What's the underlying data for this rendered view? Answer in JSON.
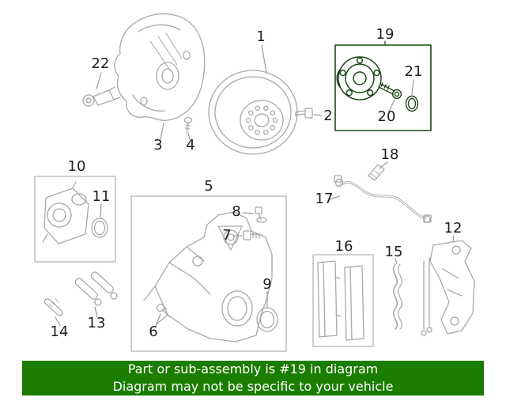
{
  "banner": {
    "line1": "Part or sub-assembly is #19 in diagram",
    "line2": "Diagram may not be specific to your vehicle"
  },
  "colors": {
    "banner_bg": "#1b7d00",
    "banner_text": "#ffffff",
    "part_line_gray": "#a8a8a8",
    "leader_line": "#9a9a9a",
    "highlight_part": "#1c4716",
    "label_text": "#1f1f1f",
    "background": "#ffffff"
  },
  "labels": {
    "1": "1",
    "2": "2",
    "3": "3",
    "4": "4",
    "5": "5",
    "6": "6",
    "7": "7",
    "8": "8",
    "9": "9",
    "10": "10",
    "11": "11",
    "12": "12",
    "13": "13",
    "14": "14",
    "15": "15",
    "16": "16",
    "17": "17",
    "18": "18",
    "19": "19",
    "20": "20",
    "21": "21",
    "22": "22"
  }
}
